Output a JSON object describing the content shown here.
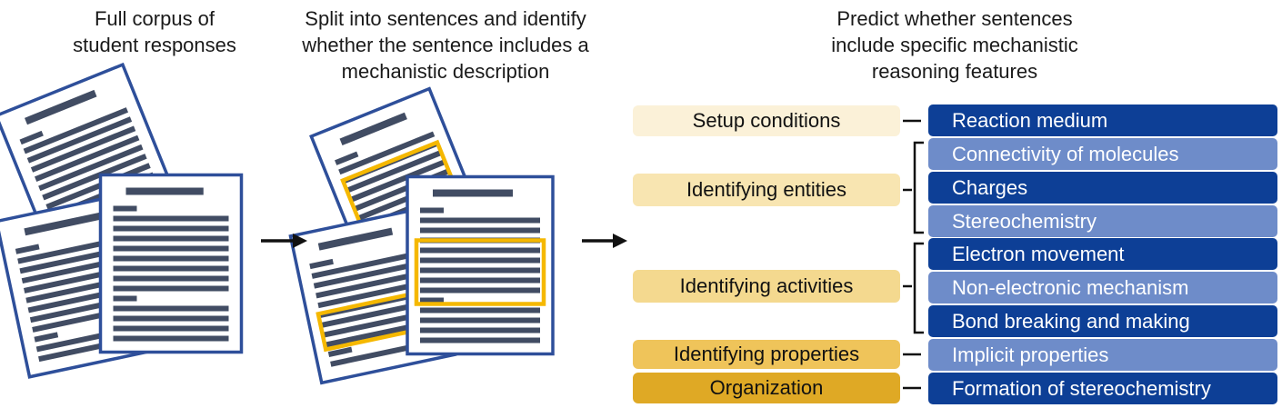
{
  "steps": [
    {
      "heading": "Full corpus of\nstudent responses"
    },
    {
      "heading": "Split into sentences and identify\nwhether the sentence includes a\nmechanistic description"
    },
    {
      "heading": "Predict whether sentences\ninclude specific mechanistic\nreasoning features"
    }
  ],
  "categories": [
    {
      "label": "Setup conditions",
      "color": "#fbf1d8"
    },
    {
      "label": "Identifying entities",
      "color": "#f8e5b1"
    },
    {
      "label": "Identifying activities",
      "color": "#f4d98f"
    },
    {
      "label": "Identifying properties",
      "color": "#efc45a"
    },
    {
      "label": "Organization",
      "color": "#dfa925"
    }
  ],
  "features": [
    {
      "label": "Reaction medium",
      "color": "#0d3f96"
    },
    {
      "label": "Connectivity of molecules",
      "color": "#6e8cc9"
    },
    {
      "label": "Charges",
      "color": "#0d3f96"
    },
    {
      "label": "Stereochemistry",
      "color": "#6e8cc9"
    },
    {
      "label": "Electron movement",
      "color": "#0d3f96"
    },
    {
      "label": "Non-electronic mechanism",
      "color": "#6e8cc9"
    },
    {
      "label": "Bond breaking and making",
      "color": "#0d3f96"
    },
    {
      "label": "Implicit properties",
      "color": "#6e8cc9"
    },
    {
      "label": "Formation of stereochemistry",
      "color": "#0d3f96"
    }
  ],
  "colors": {
    "doc_border": "#2e4f9a",
    "doc_line": "#414c63",
    "highlight": "#f5b800",
    "arrow": "#111111"
  }
}
